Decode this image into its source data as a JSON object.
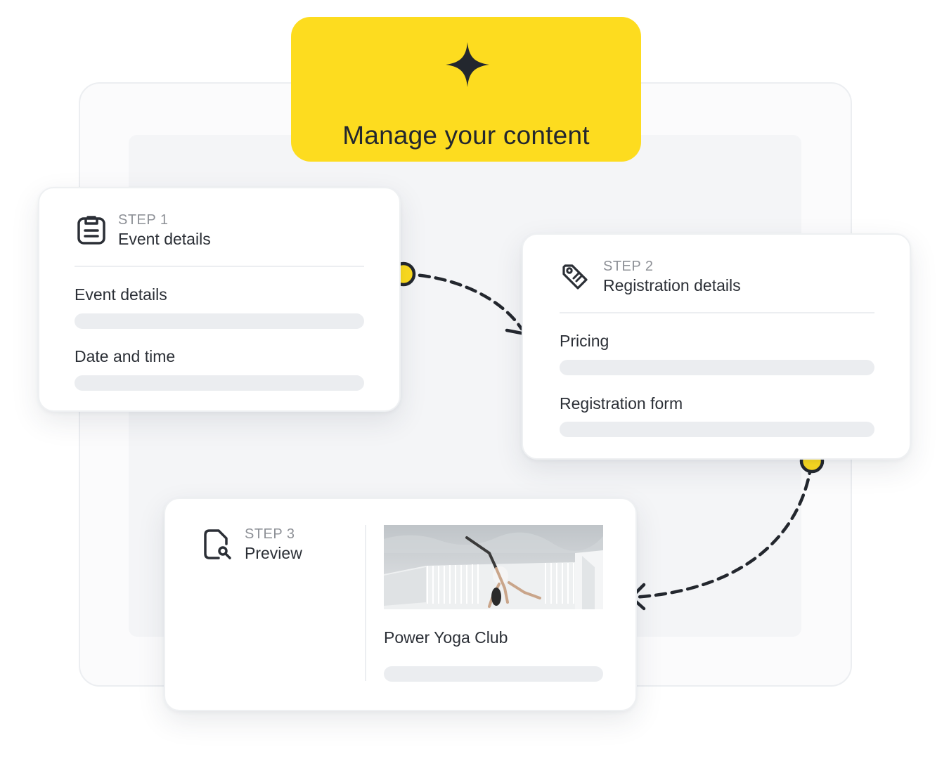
{
  "header": {
    "title": "Manage your content"
  },
  "steps": [
    {
      "step_label": "STEP 1",
      "title": "Event details",
      "fields": [
        "Event details",
        "Date and time"
      ]
    },
    {
      "step_label": "STEP 2",
      "title": "Registration details",
      "fields": [
        "Pricing",
        "Registration form"
      ]
    },
    {
      "step_label": "STEP 3",
      "title": "Preview",
      "preview_title": "Power Yoga Club"
    }
  ],
  "icons": {
    "header": "sparkle-icon",
    "step1": "clipboard-icon",
    "step2": "tag-icon",
    "step3": "file-search-icon"
  },
  "colors": {
    "accent": "#fddc1f",
    "connector_dot": "#fddc1f",
    "connector_line": "#23272e"
  }
}
